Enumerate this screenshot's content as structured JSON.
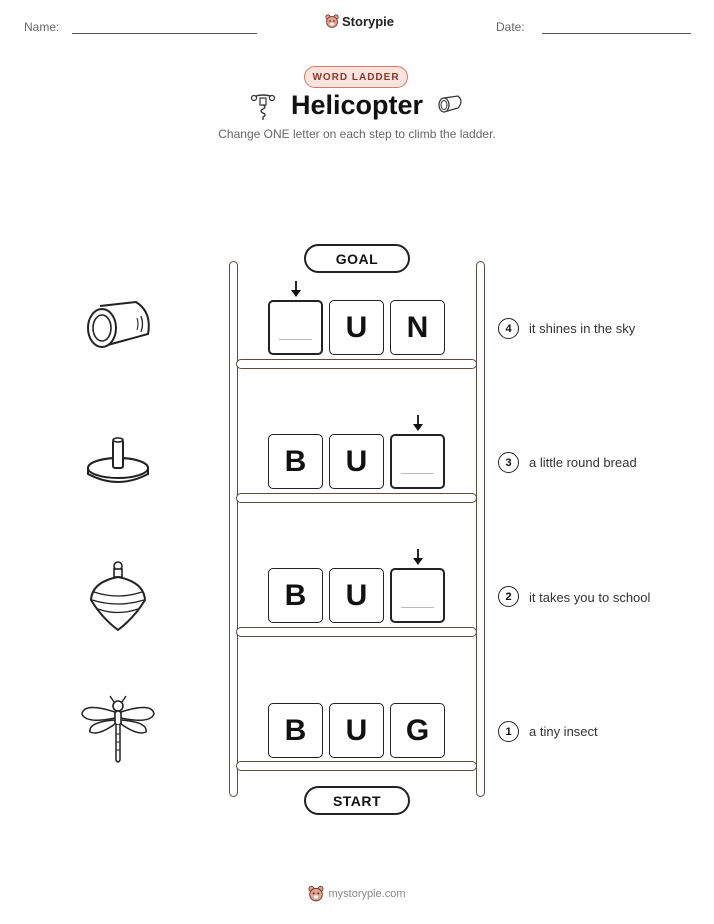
{
  "header": {
    "name_label": "Name:",
    "date_label": "Date:",
    "brand": "Storypie",
    "brand_icon": "bear-icon"
  },
  "badge": "WORD LADDER",
  "title": "Helicopter",
  "subtitle": "Change ONE letter on each step to climb the ladder.",
  "ladder": {
    "goal_label": "GOAL",
    "start_label": "START",
    "rungs": [
      {
        "step": "4",
        "clue": "it shines in the sky",
        "letters": [
          "",
          "U",
          "N"
        ],
        "blank_index": 0,
        "picture": "can-icon"
      },
      {
        "step": "3",
        "clue": "a little round bread",
        "letters": [
          "B",
          "U",
          ""
        ],
        "blank_index": 2,
        "picture": "spinning-top-icon"
      },
      {
        "step": "2",
        "clue": "it takes you to school",
        "letters": [
          "B",
          "U",
          ""
        ],
        "blank_index": 2,
        "picture": "spinning-top-icon"
      },
      {
        "step": "1",
        "clue": "a tiny insect",
        "letters": [
          "B",
          "U",
          "G"
        ],
        "blank_index": null,
        "picture": "dragonfly-icon"
      }
    ]
  },
  "title_icons": [
    "corkscrew-icon",
    "can-icon"
  ],
  "footer": {
    "text": "mystorypie.com",
    "icon": "bear-icon"
  },
  "colors": {
    "accent": "#d9776a",
    "accent_bg": "#fbe3de",
    "ladder": "#5a4a42"
  }
}
